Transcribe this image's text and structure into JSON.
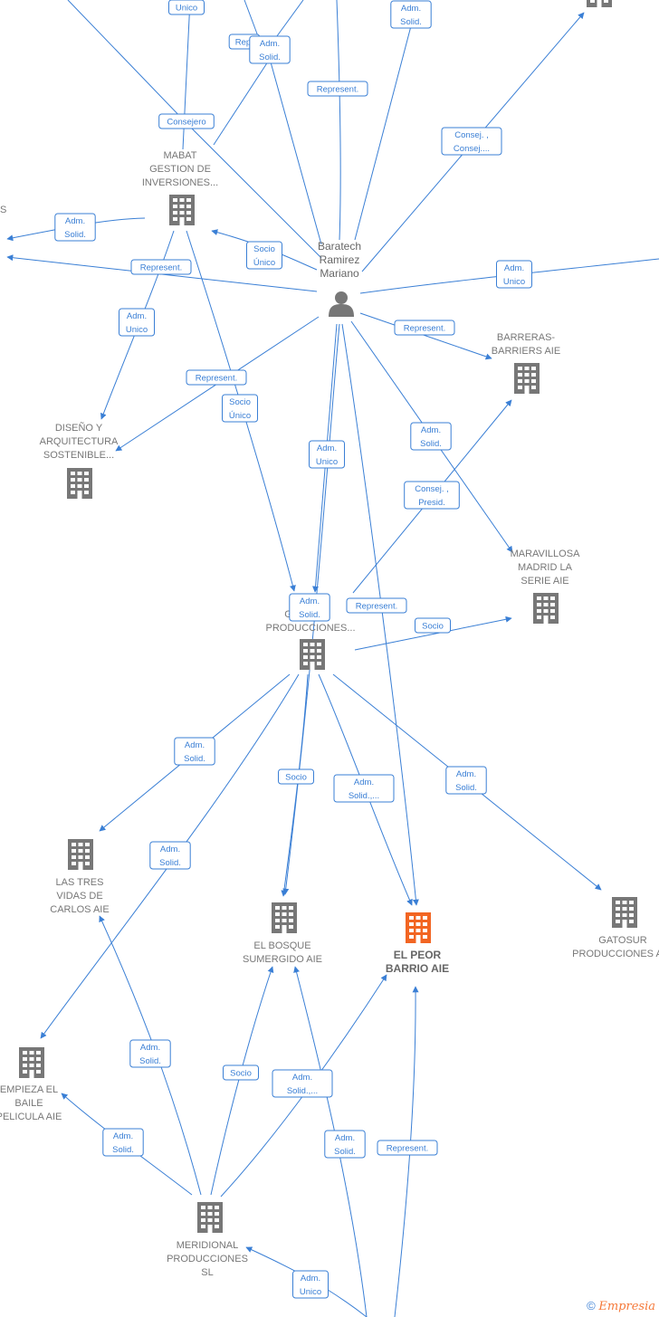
{
  "nodes": [
    {
      "id": "mabat",
      "type": "company",
      "lines": [
        "MABAT",
        "GESTION DE",
        "INVERSIONES..."
      ],
      "color": "#777777"
    },
    {
      "id": "person",
      "type": "person",
      "lines": [
        "Baratech",
        "Ramirez",
        "Mariano"
      ],
      "color": "#777777"
    },
    {
      "id": "barreras",
      "type": "company",
      "lines": [
        "BARRERAS-",
        "BARRIERS AIE"
      ],
      "color": "#777777"
    },
    {
      "id": "diseno",
      "type": "company",
      "lines": [
        "DISEÑO Y",
        "ARQUITECTURA",
        "SOSTENIBLE..."
      ],
      "color": "#777777"
    },
    {
      "id": "maravillosa",
      "type": "company",
      "lines": [
        "MARAVILLOSA",
        "MADRID LA",
        "SERIE AIE"
      ],
      "color": "#777777"
    },
    {
      "id": "gardeproducciones",
      "type": "company",
      "lines": [
        "GA      DE",
        "PRODUCCIONES..."
      ],
      "color": "#777777"
    },
    {
      "id": "lastres",
      "type": "company",
      "lines": [
        "LAS TRES",
        "VIDAS DE",
        "CARLOS AIE"
      ],
      "color": "#777777"
    },
    {
      "id": "bosque",
      "type": "company",
      "lines": [
        "EL BOSQUE",
        "SUMERGIDO AIE"
      ],
      "color": "#777777"
    },
    {
      "id": "peor",
      "type": "company",
      "lines": [
        "EL PEOR",
        "BARRIO AIE"
      ],
      "color": "#f26522",
      "highlight": true
    },
    {
      "id": "gatosur",
      "type": "company",
      "lines": [
        "GATOSUR",
        "PRODUCCIONES A"
      ],
      "color": "#777777"
    },
    {
      "id": "empieza",
      "type": "company",
      "lines": [
        "EMPIEZA EL",
        "BAILE",
        "PELICULA AIE"
      ],
      "color": "#777777"
    },
    {
      "id": "meridional",
      "type": "company",
      "lines": [
        "MERIDIONAL",
        "PRODUCCIONES",
        "SL"
      ],
      "color": "#777777"
    },
    {
      "id": "topright",
      "type": "company",
      "lines": [],
      "color": "#777777"
    }
  ],
  "edge_labels": [
    {
      "id": "e1",
      "lines": [
        "Unico"
      ]
    },
    {
      "id": "e2",
      "lines": [
        "Adm.",
        "Solid."
      ]
    },
    {
      "id": "e3",
      "lines": [
        "Repr"
      ]
    },
    {
      "id": "e4",
      "lines": [
        "Adm.",
        "Solid."
      ]
    },
    {
      "id": "e5",
      "lines": [
        "Represent."
      ]
    },
    {
      "id": "e6",
      "lines": [
        "Consej. ,",
        "Consej...."
      ]
    },
    {
      "id": "e7",
      "lines": [
        "Consejero"
      ]
    },
    {
      "id": "e8",
      "lines": [
        "Adm.",
        "Solid."
      ]
    },
    {
      "id": "e9",
      "lines": [
        "Socio",
        "Único"
      ]
    },
    {
      "id": "e10",
      "lines": [
        "Represent."
      ]
    },
    {
      "id": "e11",
      "lines": [
        "Adm.",
        "Unico"
      ]
    },
    {
      "id": "e12",
      "lines": [
        "Adm.",
        "Unico"
      ]
    },
    {
      "id": "e13",
      "lines": [
        "Represent."
      ]
    },
    {
      "id": "e14",
      "lines": [
        "Represent."
      ]
    },
    {
      "id": "e15",
      "lines": [
        "Socio",
        "Único"
      ]
    },
    {
      "id": "e16",
      "lines": [
        "Adm.",
        "Solid."
      ]
    },
    {
      "id": "e17",
      "lines": [
        "Adm.",
        "Unico"
      ]
    },
    {
      "id": "e18",
      "lines": [
        "Consej. ,",
        "Presid."
      ]
    },
    {
      "id": "e19",
      "lines": [
        "Adm.",
        "Solid."
      ]
    },
    {
      "id": "e20",
      "lines": [
        "Represent."
      ]
    },
    {
      "id": "e21",
      "lines": [
        "Socio"
      ]
    },
    {
      "id": "e22",
      "lines": [
        "Adm.",
        "Solid."
      ]
    },
    {
      "id": "e23",
      "lines": [
        "Socio"
      ]
    },
    {
      "id": "e24",
      "lines": [
        "Adm.",
        "Solid.,..."
      ]
    },
    {
      "id": "e25",
      "lines": [
        "Adm.",
        "Solid."
      ]
    },
    {
      "id": "e26",
      "lines": [
        "Adm.",
        "Solid."
      ]
    },
    {
      "id": "e27",
      "lines": [
        "Adm.",
        "Solid."
      ]
    },
    {
      "id": "e28",
      "lines": [
        "Socio"
      ]
    },
    {
      "id": "e29",
      "lines": [
        "Adm.",
        "Solid.,..."
      ]
    },
    {
      "id": "e30",
      "lines": [
        "Adm.",
        "Solid."
      ]
    },
    {
      "id": "e31",
      "lines": [
        "Adm.",
        "Solid."
      ]
    },
    {
      "id": "e32",
      "lines": [
        "Represent."
      ]
    },
    {
      "id": "e33",
      "lines": [
        "Adm.",
        "Unico"
      ]
    }
  ],
  "fragments": [
    {
      "id": "leftS",
      "text": "S"
    }
  ],
  "footer": {
    "copyright": "©",
    "brand": "Empresia"
  }
}
